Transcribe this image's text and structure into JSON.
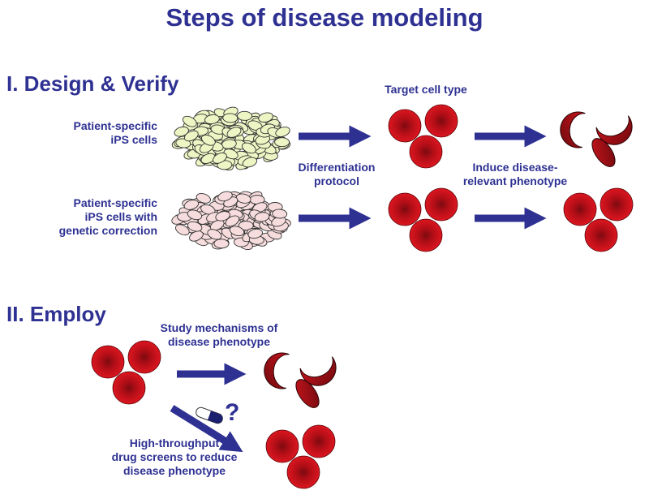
{
  "title": "Steps of disease modeling",
  "section1": "I. Design & Verify",
  "section2": "II. Employ",
  "labels": {
    "patient_ips": [
      "Patient-specific",
      "iPS cells"
    ],
    "patient_ips_corrected": [
      "Patient-specific",
      "iPS cells with",
      "genetic correction"
    ],
    "target_cell_type": "Target cell type",
    "differentiation": [
      "Differentiation",
      "protocol"
    ],
    "induce": [
      "Induce disease-",
      "relevant phenotype"
    ],
    "study": [
      "Study mechanisms of",
      "disease phenotype"
    ],
    "screens": [
      "High-throughput",
      "drug screens to reduce",
      "disease phenotype"
    ],
    "question_mark": "?"
  },
  "colors": {
    "text": "#2e3192",
    "arrow": "#2e3192",
    "rbc": "#d0111b",
    "rbc_center": "#8a0a10",
    "ips_fill": "#eef5c4",
    "ips_corrected_fill": "#f6dcdc"
  }
}
